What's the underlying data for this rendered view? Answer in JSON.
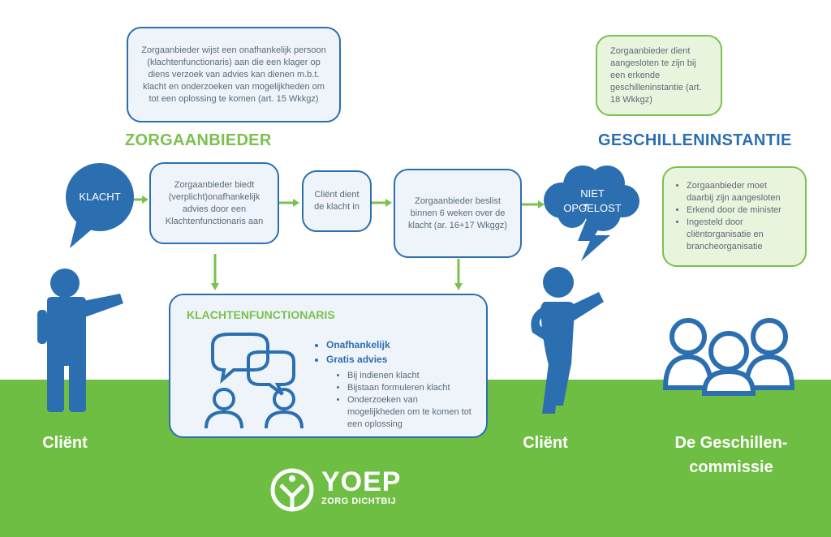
{
  "top_left_box": "Zorgaanbieder wijst een onafhankelijk persoon (klachtenfunctionaris) aan die een klager op diens verzoek van advies kan dienen m.b.t. klacht en onderzoeken van mogelijkheden om tot een oplossing te komen (art. 15 Wkkgz)",
  "top_right_box": "Zorgaanbieder dient aangesloten te zijn bij een erkende geschilleninstantie (art. 18 Wkkgz)",
  "heading_left": "ZORGAANBIEDER",
  "heading_right": "GESCHILLENINSTANTIE",
  "bubble_klacht": "KLACHT",
  "cloud_niet": "NIET",
  "cloud_opgelost": "OPGELOST",
  "flow": {
    "step1": "Zorgaanbieder biedt (verplicht)onafhankelijk advies door een Klachtenfunctionaris aan",
    "step2": "Cliënt dient de klacht in",
    "step3": "Zorgaanbieder beslist binnen 6 weken over de klacht (ar. 16+17 Wkggz)"
  },
  "right_list": [
    "Zorgaanbieder moet daarbij zijn aangesloten",
    "Erkend door de minister",
    "Ingesteld door cliëntorganisatie en brancheorganisatie"
  ],
  "kf": {
    "title": "KLACHTENFUNCTIONARIS",
    "bold_items": [
      "Onafhankelijk",
      "Gratis advies"
    ],
    "sub_items": [
      "Bij indienen klacht",
      "Bijstaan formuleren klacht",
      "Onderzoeken van mogelijkheden om te komen tot een oplossing"
    ]
  },
  "captions": {
    "client_left": "Cliënt",
    "client_right": "Cliënt",
    "commission_line1": "De Geschillen-",
    "commission_line2": "commissie"
  },
  "logo": {
    "name": "YOEP",
    "tagline": "ZORG DICHTBIJ"
  },
  "colors": {
    "blue": "#2c6fb0",
    "green": "#6fbe44",
    "heading_green": "#7cc04f"
  }
}
